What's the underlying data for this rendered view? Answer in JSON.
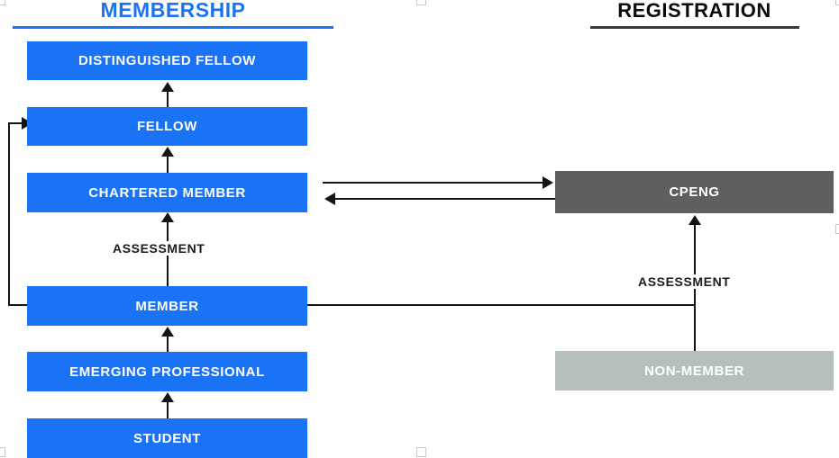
{
  "columns": {
    "membership": {
      "title": "MEMBERSHIP",
      "accent": "#1a72f5"
    },
    "registration": {
      "title": "REGISTRATION",
      "accent": "#3a3a3a"
    }
  },
  "membership_nodes": [
    {
      "label": "DISTINGUISHED FELLOW",
      "color": "#1a72f5"
    },
    {
      "label": "FELLOW",
      "color": "#1a72f5"
    },
    {
      "label": "CHARTERED MEMBER",
      "color": "#1a72f5"
    },
    {
      "label": "MEMBER",
      "color": "#1a72f5"
    },
    {
      "label": "EMERGING PROFESSIONAL",
      "color": "#1a72f5"
    },
    {
      "label": "STUDENT",
      "color": "#1a72f5"
    }
  ],
  "registration_nodes": [
    {
      "label": "CPENG",
      "color": "#5f5f5f"
    },
    {
      "label": "NON-MEMBER",
      "color": "#b5c0bc"
    }
  ],
  "edge_labels": {
    "membership_assessment": "ASSESSMENT",
    "registration_assessment": "ASSESSMENT"
  }
}
